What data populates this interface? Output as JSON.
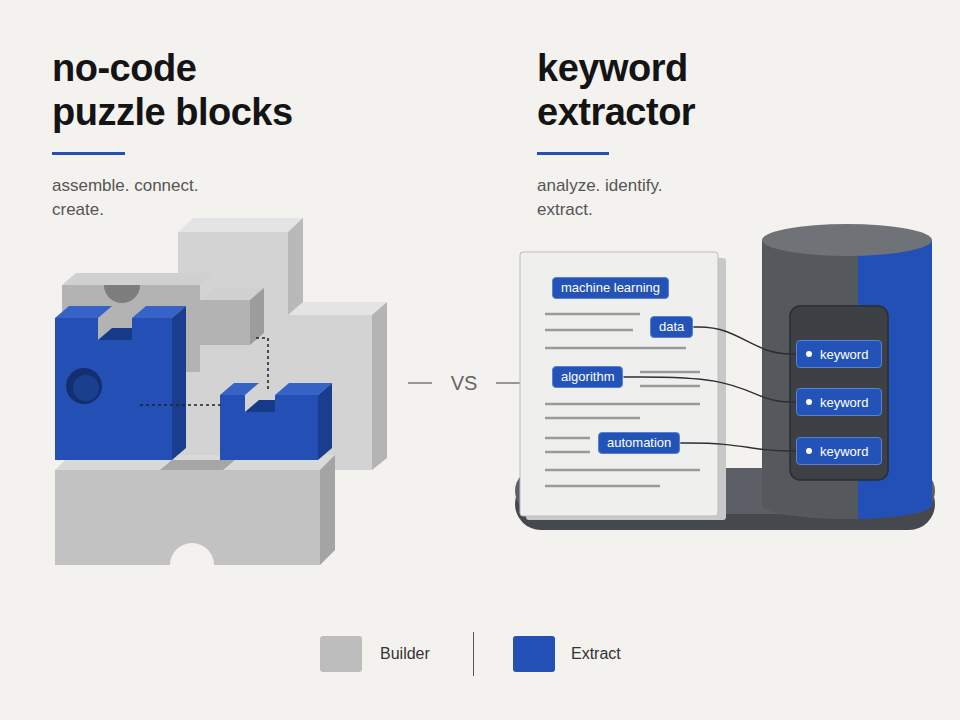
{
  "diagram": {
    "nodes": [
      {
        "text": [
          "machine learning"
        ]
      },
      {
        "text": [
          "data"
        ]
      },
      {
        "text": [
          "algorithm"
        ]
      },
      {
        "text": [
          "automation"
        ]
      },
      {
        "text": [
          "keyword"
        ]
      },
      {
        "text": [
          "keyword"
        ]
      },
      {
        "text": [
          "keyword"
        ]
      }
    ],
    "edges": [
      {
        "from": 1,
        "to": 4,
        "arrow": "none"
      },
      {
        "from": 2,
        "to": 5,
        "arrow": "none"
      },
      {
        "from": 3,
        "to": 6,
        "arrow": "none"
      }
    ],
    "labels": [
      "no-code puzzle blocks",
      "assemble. connect. create.",
      "VS",
      "keyword extractor",
      "analyze. identify. extract."
    ],
    "legend": [
      {
        "text": "Builder",
        "color": "#bdbdbd"
      },
      {
        "text": "Extract",
        "color": "#2350b6"
      }
    ]
  }
}
